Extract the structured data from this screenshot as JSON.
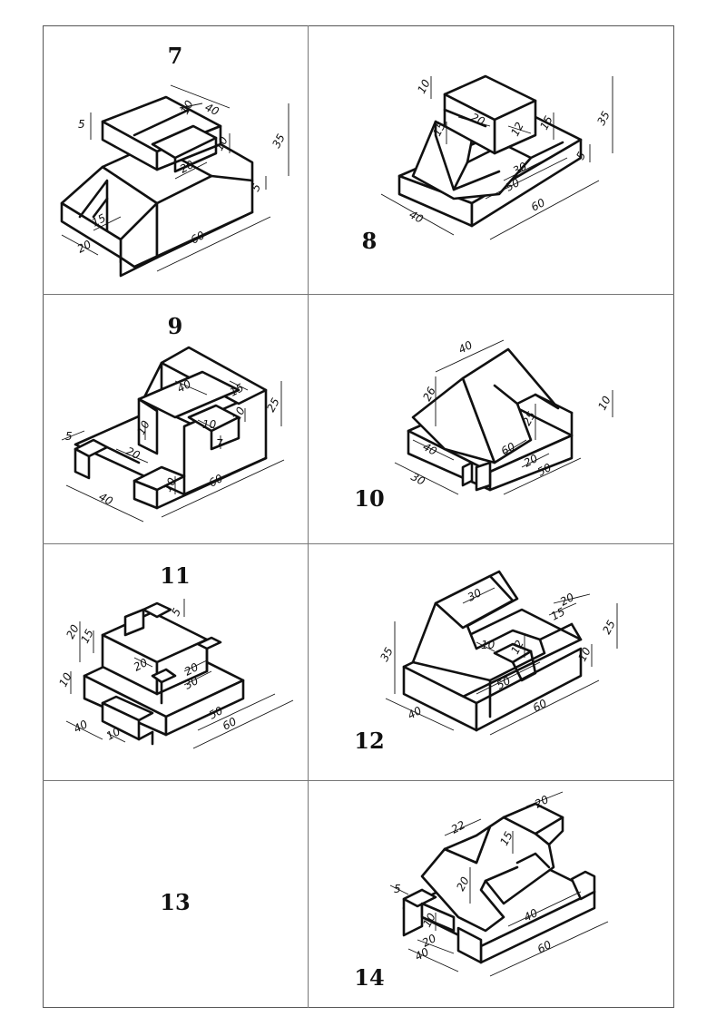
{
  "cells": [
    {
      "number": "7",
      "dims": [
        "5",
        "10",
        "40",
        "10",
        "35",
        "20",
        "5",
        "15",
        "20",
        "60"
      ]
    },
    {
      "number": "8",
      "dims": [
        "10",
        "20",
        "15",
        "15",
        "35",
        "12",
        "5",
        "30",
        "50",
        "40",
        "60"
      ]
    },
    {
      "number": "9",
      "dims": [
        "40",
        "15",
        "10",
        "10",
        "25",
        "10",
        "7",
        "5",
        "20",
        "40",
        "10",
        "60"
      ]
    },
    {
      "number": "10",
      "dims": [
        "40",
        "26",
        "25",
        "10",
        "40",
        "60",
        "20",
        "30",
        "50"
      ]
    },
    {
      "number": "11",
      "dims": [
        "5",
        "20",
        "15",
        "20",
        "10",
        "20",
        "30",
        "50",
        "60",
        "40",
        "10"
      ]
    },
    {
      "number": "12",
      "dims": [
        "30",
        "20",
        "15",
        "35",
        "10",
        "12",
        "25",
        "10",
        "50",
        "40",
        "60"
      ]
    },
    {
      "number": "13",
      "dims": []
    },
    {
      "number": "14",
      "dims": [
        "22",
        "20",
        "15",
        "5",
        "20",
        "10",
        "40",
        "20",
        "40",
        "60"
      ]
    }
  ]
}
